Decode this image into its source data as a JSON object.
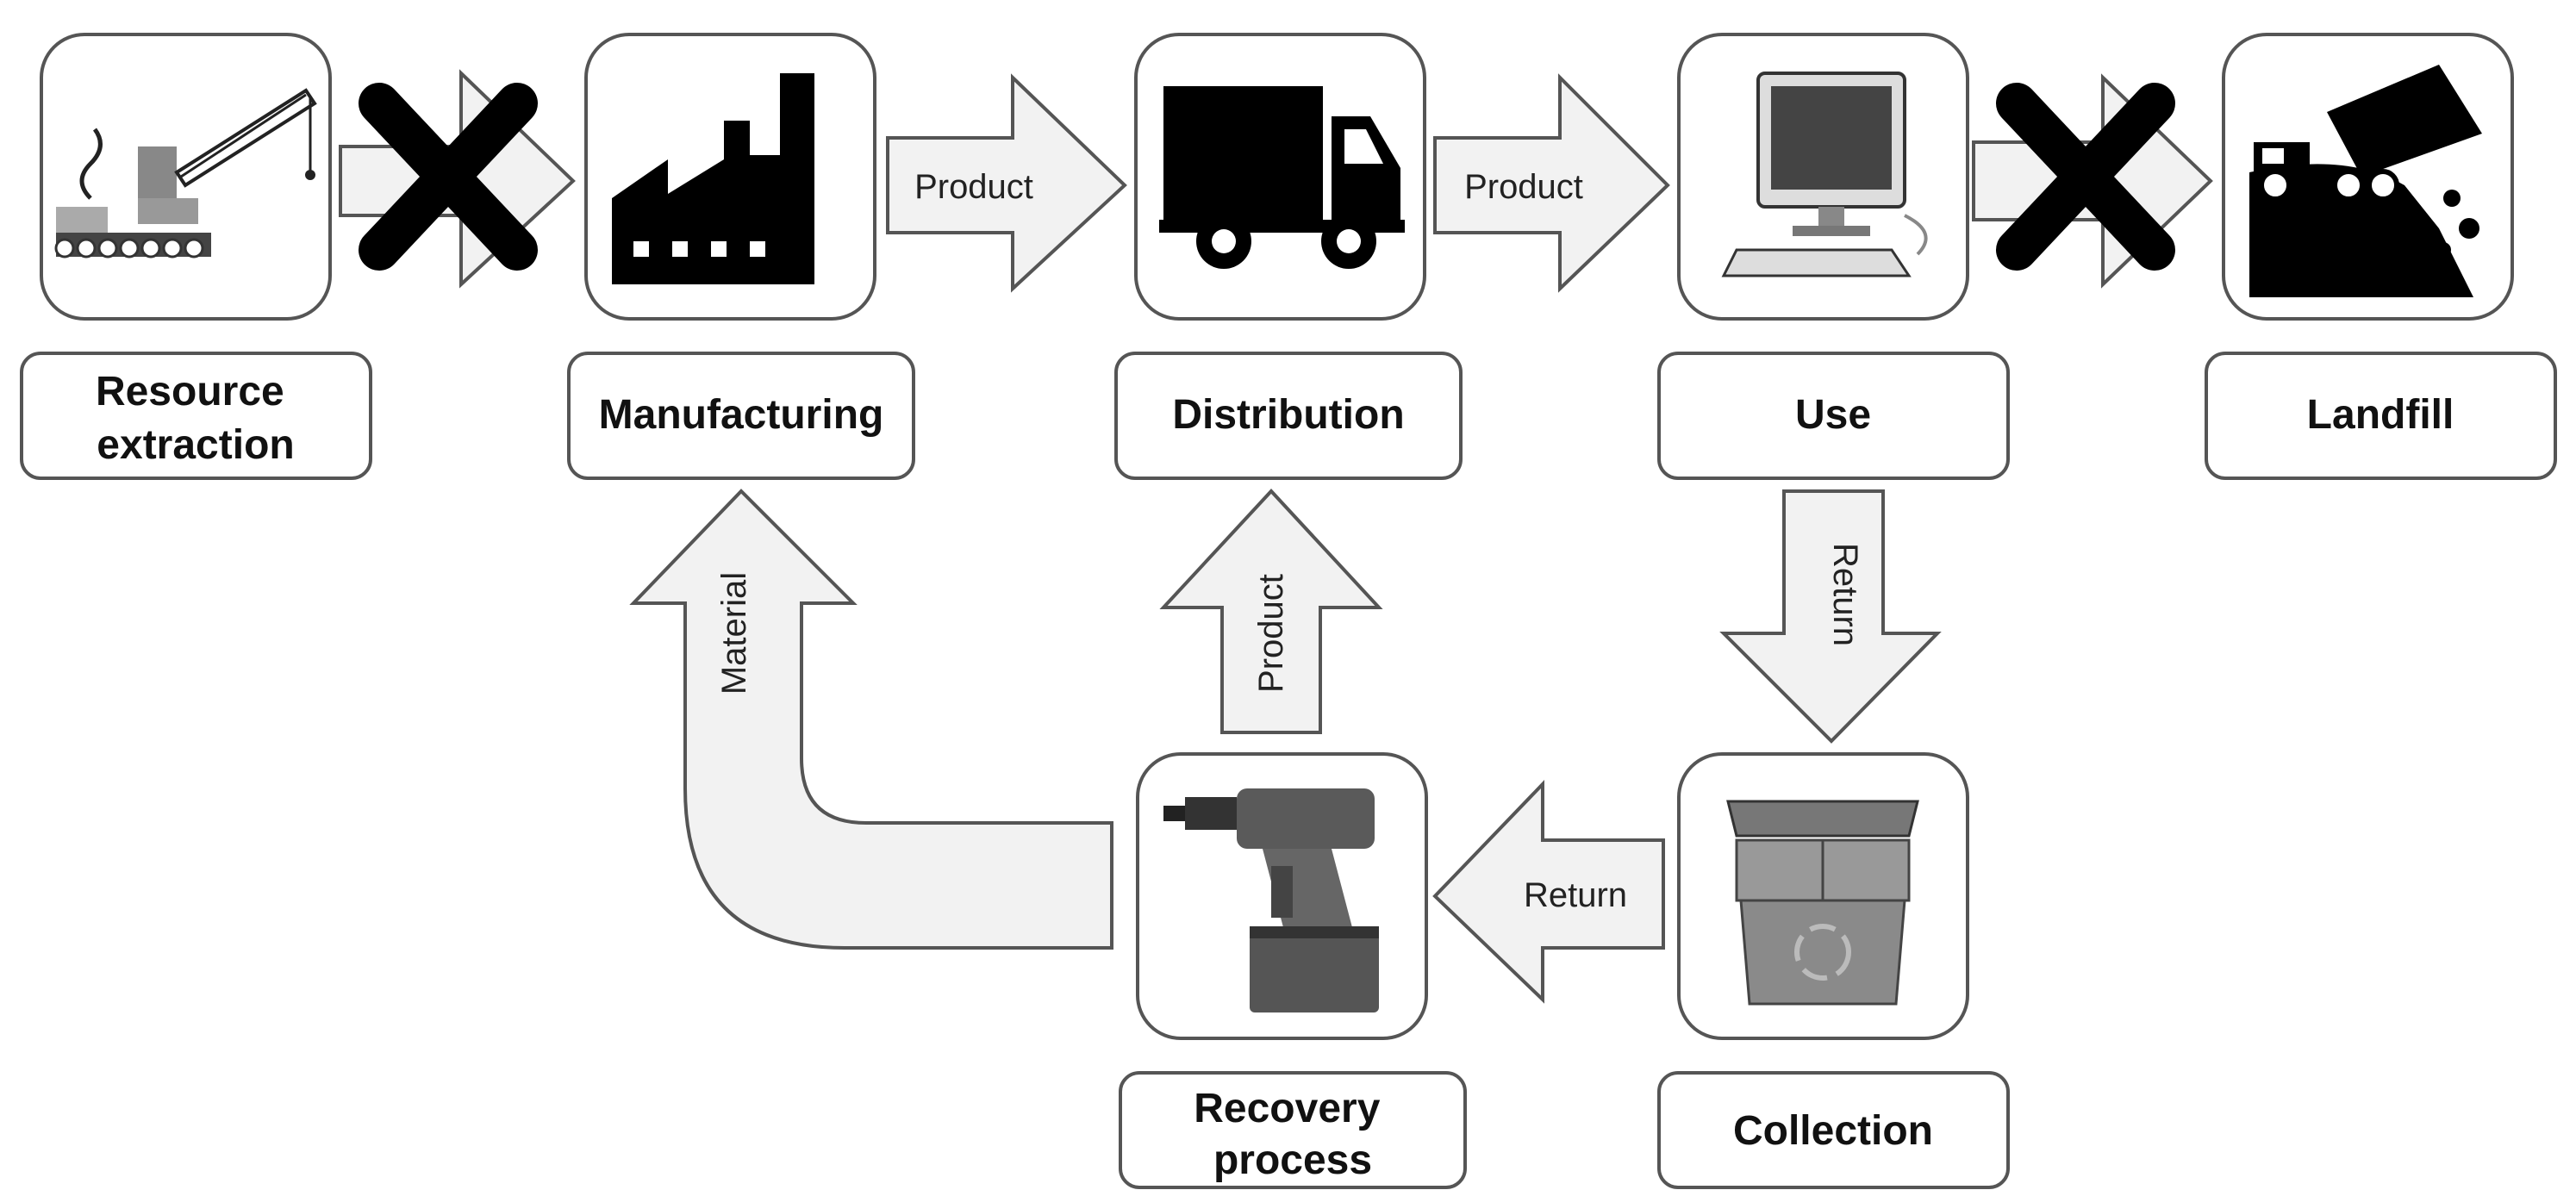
{
  "stages": {
    "resource_extraction": {
      "label_lines": [
        "Resource",
        "extraction"
      ],
      "icon": "crane-icon"
    },
    "manufacturing": {
      "label_lines": [
        "Manufacturing"
      ],
      "icon": "factory-icon"
    },
    "distribution": {
      "label_lines": [
        "Distribution"
      ],
      "icon": "truck-icon"
    },
    "use": {
      "label_lines": [
        "Use"
      ],
      "icon": "computer-icon"
    },
    "landfill": {
      "label_lines": [
        "Landfill"
      ],
      "icon": "dump-truck-icon"
    },
    "recovery_process": {
      "label_lines": [
        "Recovery",
        "process"
      ],
      "icon": "drill-icon"
    },
    "collection": {
      "label_lines": [
        "Collection"
      ],
      "icon": "recycle-bin-icon"
    }
  },
  "flows": {
    "manufacturing_to_distribution": "Product",
    "distribution_to_use": "Product",
    "use_to_collection": "Return",
    "collection_to_recovery": "Return",
    "recovery_to_distribution": "Product",
    "recovery_to_manufacturing": "Material"
  },
  "blocked_flows": [
    "extraction-to-manufacturing",
    "use-to-landfill"
  ],
  "colors": {
    "arrow_fill": "#f2f2f2",
    "stroke": "#555555",
    "icon": "#000000"
  }
}
